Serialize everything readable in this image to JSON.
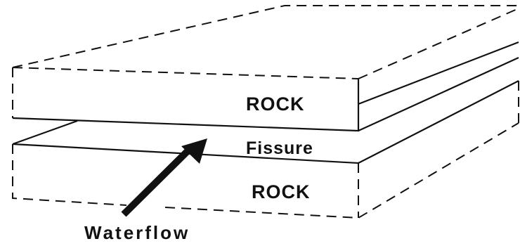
{
  "labels": {
    "rock_top": "ROCK",
    "fissure": "Fissure",
    "rock_bottom": "ROCK",
    "waterflow": "Waterflow"
  },
  "colors": {
    "line": "#111111",
    "background": "#ffffff"
  }
}
